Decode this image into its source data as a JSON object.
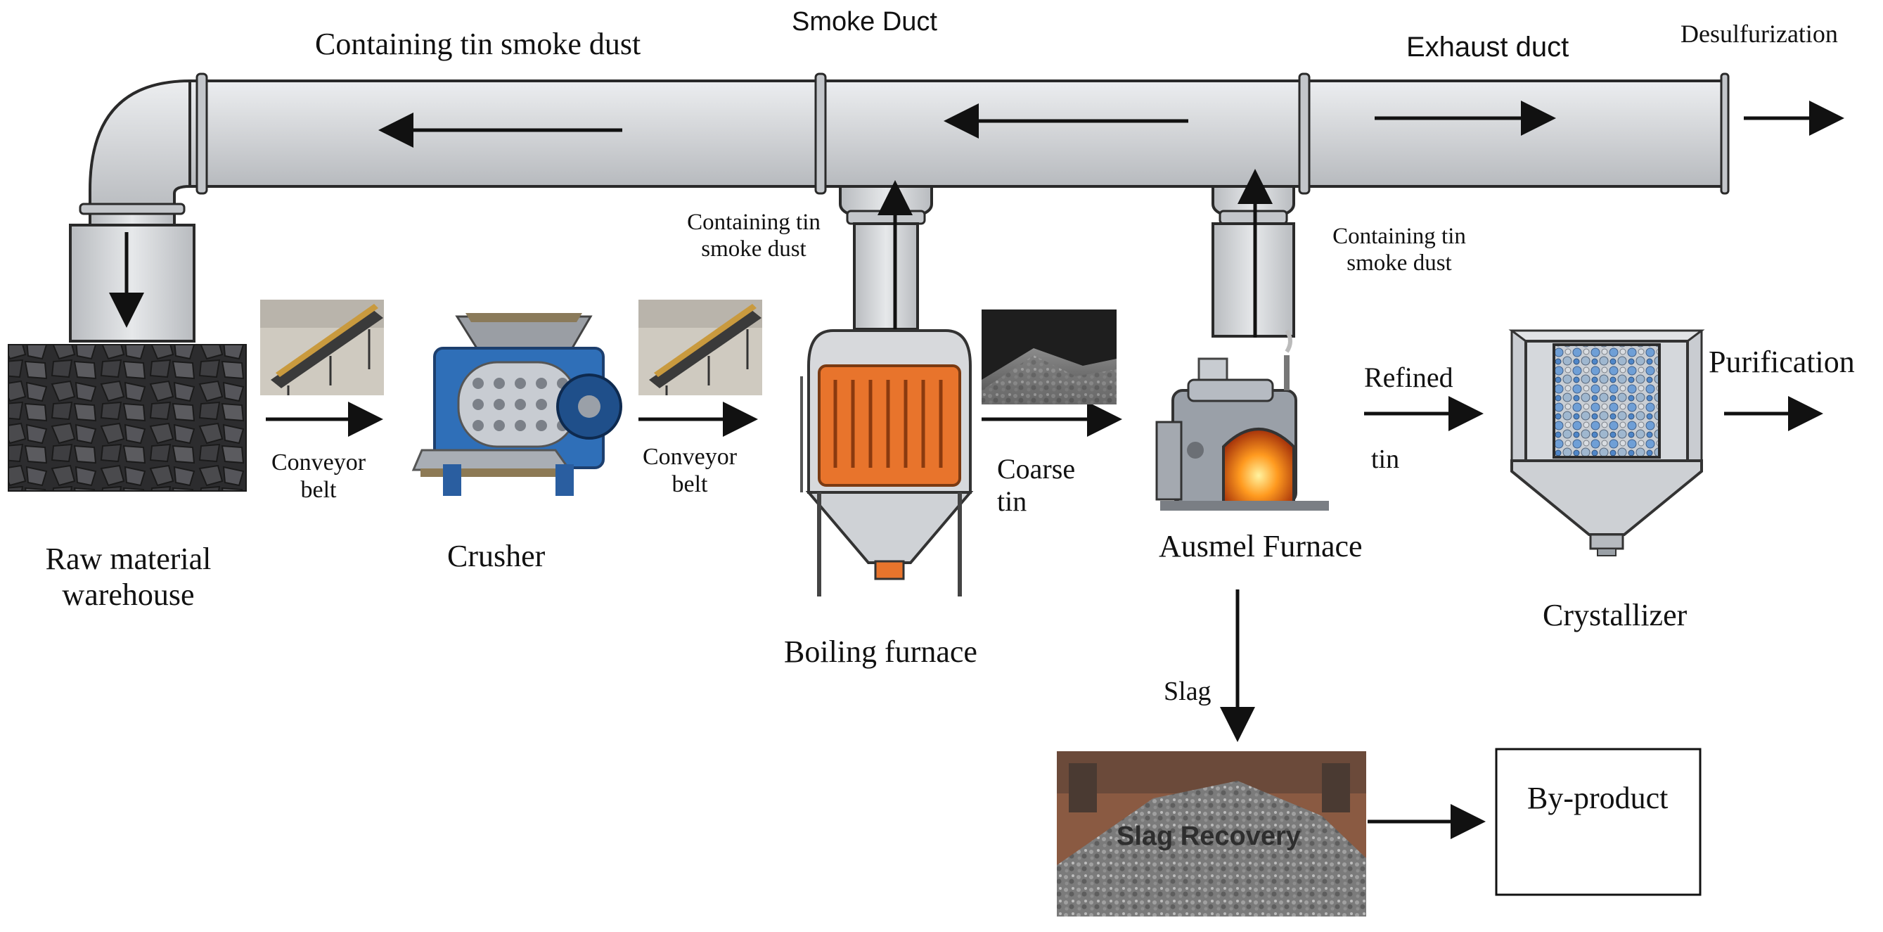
{
  "labels": {
    "containing_tin_smoke_dust_top": "Containing tin smoke dust",
    "smoke_duct": "Smoke Duct",
    "exhaust_duct": "Exhaust duct",
    "desulfurization": "Desulfurization",
    "containing_tin_smoke_dust_left": "Containing tin\nsmoke dust",
    "containing_tin_smoke_dust_right": "Containing tin\nsmoke dust",
    "conveyor_belt_1": "Conveyor\nbelt",
    "conveyor_belt_2": "Conveyor\nbelt",
    "coarse_tin": "Coarse\ntin",
    "refined": "Refined",
    "tin": "tin",
    "purification": "Purification",
    "raw_material_warehouse": "Raw material\nwarehouse",
    "crusher": "Crusher",
    "boiling_furnace": "Boiling furnace",
    "ausmel_furnace": "Ausmel Furnace",
    "crystallizer": "Crystallizer",
    "slag": "Slag",
    "slag_recovery": "Slag Recovery",
    "by_product": "By-product"
  },
  "colors": {
    "pipe_fill": "#d3d5d8",
    "pipe_stroke": "#2a2a2a",
    "furnace_body": "#e8742c",
    "crystallizer_beads": "#6f9fd6",
    "coal": "#3a3a3c"
  }
}
